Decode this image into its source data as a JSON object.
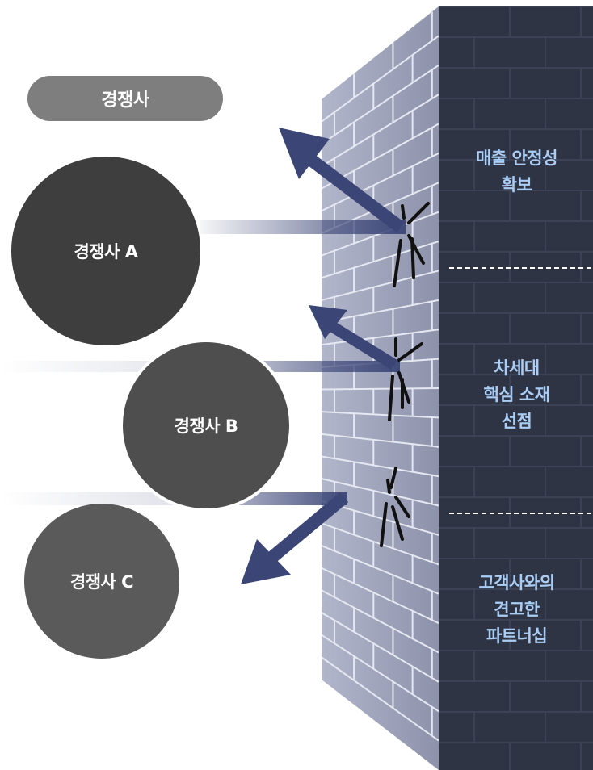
{
  "header": {
    "label": "경쟁사"
  },
  "competitors": [
    {
      "label": "경쟁사 A"
    },
    {
      "label": "경쟁사 B"
    },
    {
      "label": "경쟁사 C"
    }
  ],
  "benefits": [
    {
      "text": "매출 안정성\n확보"
    },
    {
      "text": "차세대\n핵심 소재\n선점"
    },
    {
      "text": "고객사와의\n견고한\n파트너십"
    }
  ],
  "colors": {
    "wall_dark": "#2f3445",
    "wall_brick": "#9da2b9",
    "arrow": "#3b4677",
    "benefit_text": "#a9cdf4",
    "circle_a": "#3e3e3e",
    "circle_b": "#4e4e4e",
    "circle_c": "#5a5a5a",
    "pill": "#7e7e7e"
  }
}
